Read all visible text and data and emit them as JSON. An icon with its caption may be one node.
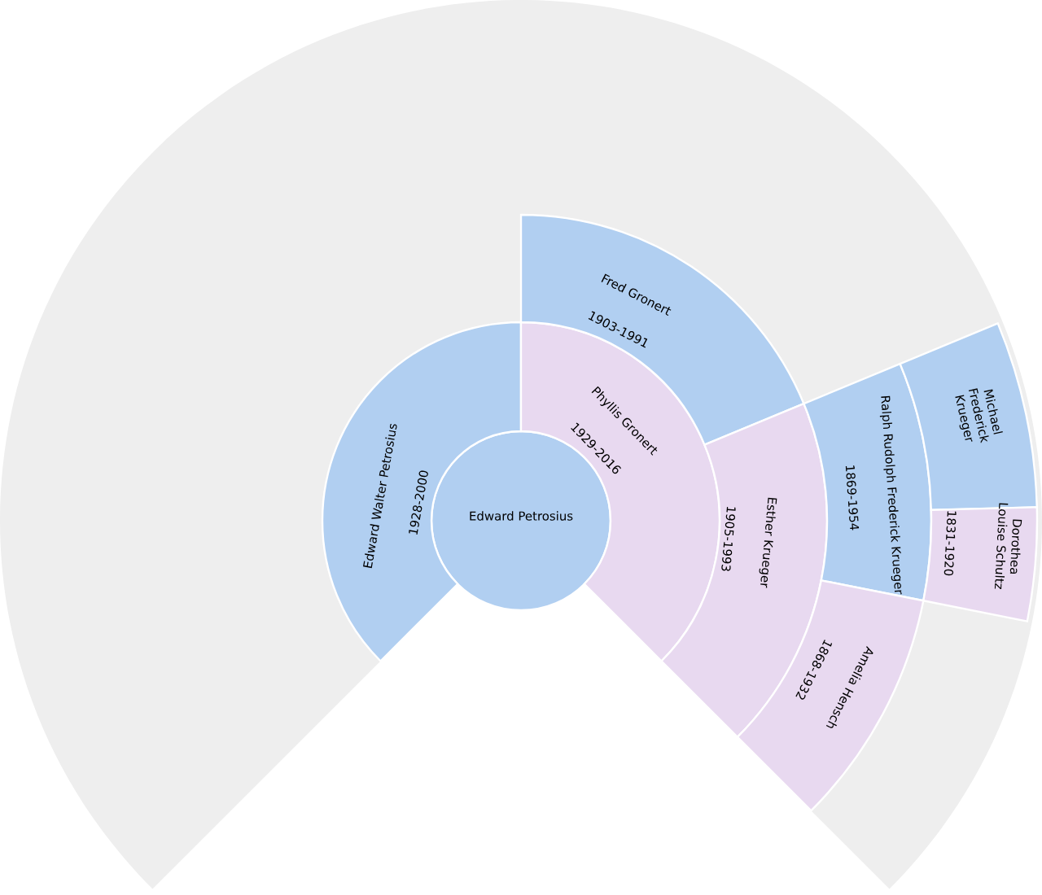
{
  "diagram": {
    "nodes": [
      {
        "text": [
          "Edward Petrosius"
        ]
      },
      {
        "text": [
          "Edward Walter Petrosius",
          "1928-2000"
        ]
      },
      {
        "text": [
          "Phyllis Gronert",
          "1929-2016"
        ]
      },
      {
        "text": [
          "Fred Gronert",
          "1903-1991"
        ]
      },
      {
        "text": [
          "Esther Krueger",
          "1905-1993"
        ]
      },
      {
        "text": [
          "Ralph Rudolph Frederick Krueger",
          "1869-1954"
        ]
      },
      {
        "text": [
          "Amelia Hensch",
          "1868-1932"
        ]
      },
      {
        "text": [
          "Michael Frederick Krueger"
        ]
      },
      {
        "text": [
          "Dorothea Louise Schultz",
          "1831-1920"
        ]
      }
    ]
  }
}
